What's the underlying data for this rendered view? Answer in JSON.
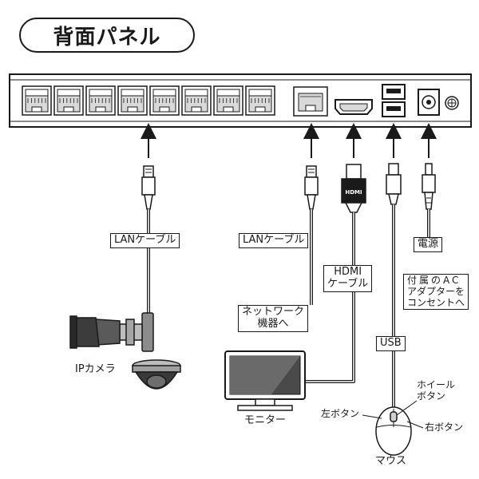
{
  "title": "背面パネル",
  "labels": {
    "lan_cable_1": "LANケーブル",
    "lan_cable_2": "LANケーブル",
    "hdmi_cable_line1": "HDMI",
    "hdmi_cable_line2": "ケーブル",
    "power": "電源",
    "adapter_line1": "付属のAC",
    "adapter_line2": "アダプターを",
    "adapter_line3": "コンセントへ",
    "network_line1": "ネットワーク",
    "network_line2": "機器へ",
    "usb": "USB",
    "ip_camera": "IPカメラ",
    "monitor": "モニター",
    "mouse": "マウス",
    "left_button": "左ボタン",
    "wheel_button_line1": "ホイール",
    "wheel_button_line2": "ボタン",
    "right_button": "右ボタン",
    "hdmi_plug_mark": "HDMI"
  },
  "colors": {
    "line": "#1a1a1a",
    "panel_fill": "#ffffff",
    "port_fill": "#d9d9d9"
  },
  "icons": [
    "lan-port-icon",
    "hdmi-port-icon",
    "usb-port-icon",
    "dc-power-port-icon",
    "ground-screw-icon",
    "arrow-up-icon",
    "rj45-plug-icon",
    "hdmi-plug-icon",
    "usb-plug-icon",
    "dc-plug-icon",
    "ip-camera-icon",
    "dome-camera-icon",
    "monitor-icon",
    "mouse-icon"
  ]
}
